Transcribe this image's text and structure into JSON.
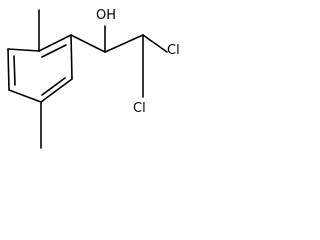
{
  "molecule": {
    "atoms": {
      "hydroxyl": "OH",
      "chlorine_1": "Cl",
      "chlorine_2": "Cl"
    },
    "colors": {
      "bond": "#000000",
      "label": "#000000",
      "background": "#ffffff"
    }
  }
}
